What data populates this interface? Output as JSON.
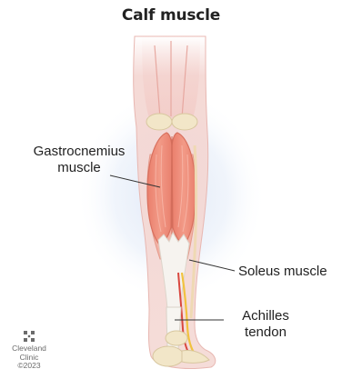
{
  "diagram": {
    "title": "Calf muscle",
    "labels": {
      "gastrocnemius": [
        "Gastrocnemius",
        "muscle"
      ],
      "soleus": "Soleus muscle",
      "achilles": [
        "Achilles",
        "tendon"
      ]
    },
    "colors": {
      "skin": "#f3d3cf",
      "muscle": "#ee8c7a",
      "tendon": "#f4f2ee",
      "bone": "#f2e6c8",
      "nerve": "#f4c542",
      "vessel": "#d9473f",
      "glow": "#dfe7f6"
    }
  },
  "logo": {
    "name_line1": "Cleveland",
    "name_line2": "Clinic",
    "copyright": "©2023",
    "icon": "cleveland-clinic-cross-icon"
  }
}
